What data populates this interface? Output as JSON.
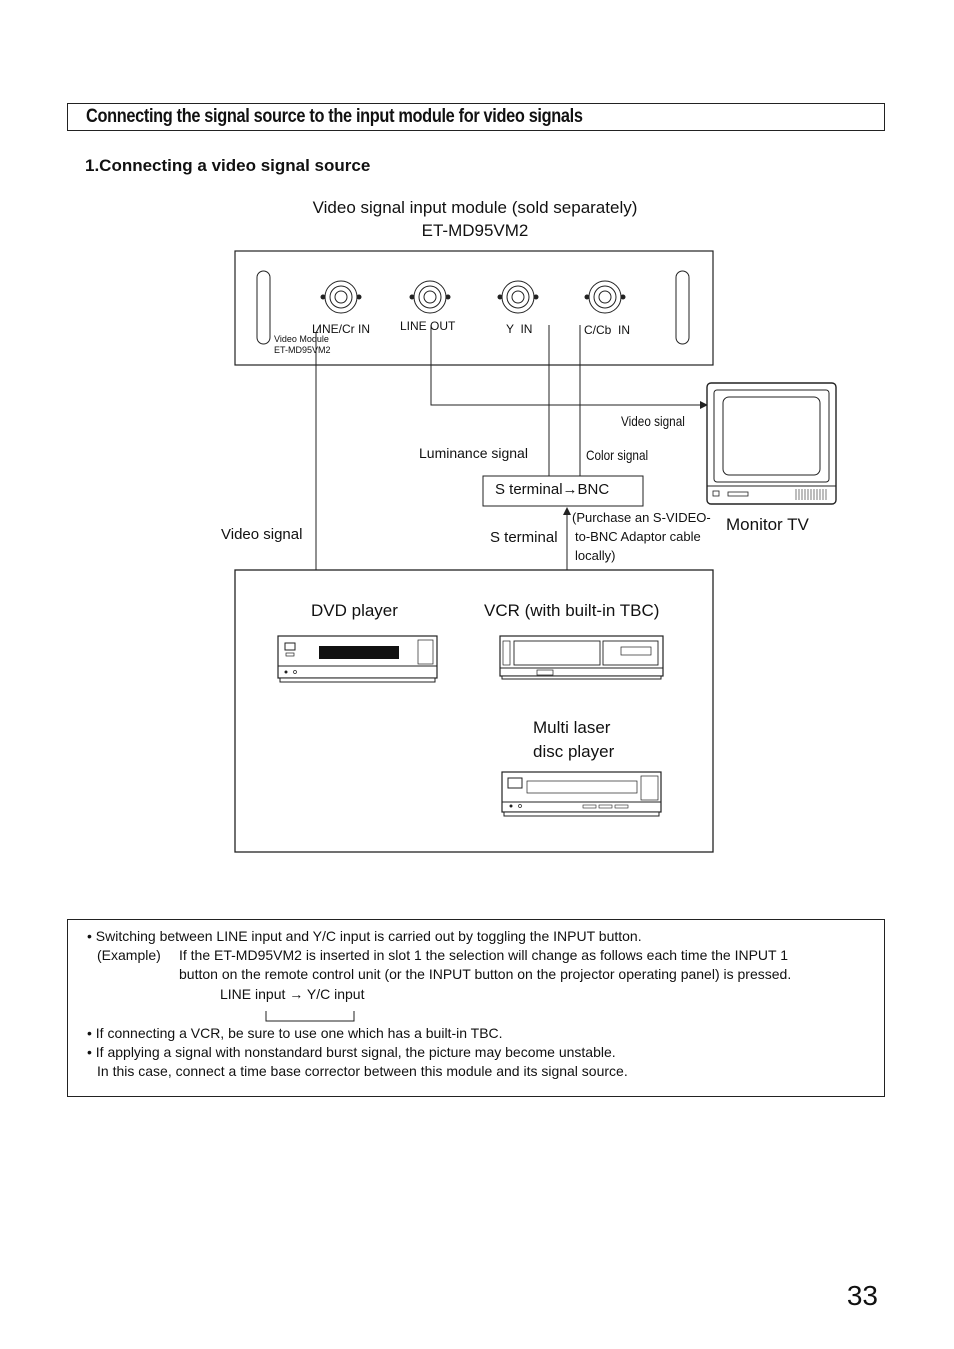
{
  "header": {
    "section_title": "Connecting the signal source to the input module for video signals",
    "subsection_title": "1.Connecting a video signal source"
  },
  "diagram": {
    "module_caption_line1": "Video signal input module (sold separately)",
    "module_caption_line2": "ET-MD95VM2",
    "module_panel": {
      "small_label_line1": "Video Module",
      "small_label_line2": "ET-MD95VM2",
      "connectors": [
        "LINE/Cr IN",
        "LINE OUT",
        "Y  IN",
        "C/Cb  IN"
      ]
    },
    "video_signal_tv": "Video signal",
    "luminance_signal": "Luminance signal",
    "color_signal": "Color signal",
    "adaptor_box": "S terminal→BNC",
    "adaptor_note_line1": "(Purchase an S-VIDEO-",
    "adaptor_note_line2": "to-BNC Adaptor cable",
    "adaptor_note_line3": "locally)",
    "s_terminal": "S terminal",
    "video_signal_source": "Video signal",
    "monitor_tv": "Monitor TV",
    "devices": {
      "dvd_player": "DVD player",
      "vcr": "VCR (with built-in TBC)",
      "laser_line1": "Multi laser",
      "laser_line2": "disc player"
    }
  },
  "notes": {
    "n1": "• Switching between LINE input and Y/C input is carried out by toggling the INPUT button.",
    "example_label": "(Example)",
    "example_line1": "If the ET-MD95VM2 is inserted in slot 1 the selection will change as follows each time the INPUT 1",
    "example_line2": "button on the remote control unit (or the INPUT button on the projector operating panel) is pressed.",
    "cycle": "LINE input → Y/C input",
    "n2": "• If connecting a VCR, be sure to use one which has a built-in TBC.",
    "n3_line1": "• If applying a signal with nonstandard burst signal, the picture may become unstable.",
    "n3_line2": "In this case, connect a time base corrector between this module and its signal source."
  },
  "page_number": "33"
}
